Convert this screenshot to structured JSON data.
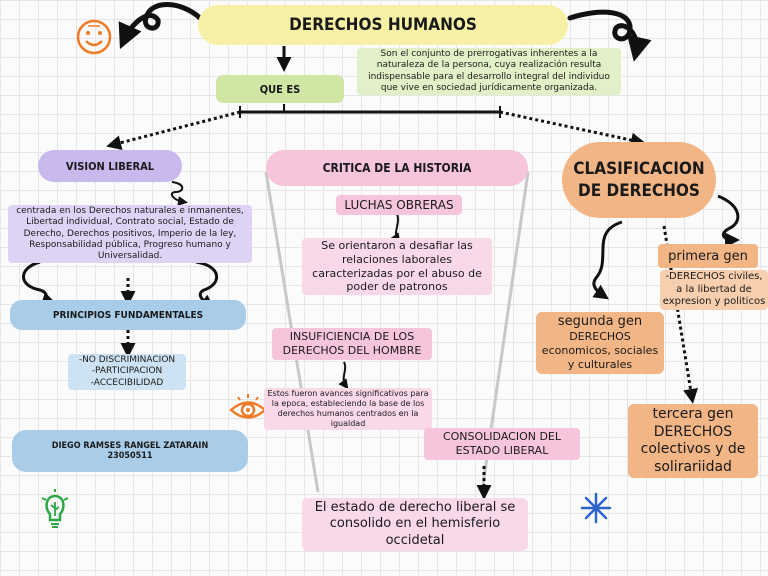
{
  "title": "DERECHOS HUMANOS",
  "que_es": {
    "label": "QUE ES",
    "definition": "Son el conjunto de prerrogativas inherentes a la naturaleza de la persona, cuya realización resulta indispensable para el desarrollo integral del individuo que vive en sociedad jurídicamente organizada."
  },
  "vision_liberal": {
    "label": "VISION LIBERAL",
    "description": "centrada en los Derechos naturales e inmanentes, Libertad individual, Contrato social, Estado de Derecho, Derechos positivos, Imperio de la ley, Responsabilidad pública, Progreso humano y Universalidad.",
    "principios_label": "PRINCIPIOS FUNDAMENTALES",
    "principios": [
      "-NO DISCRIMINACION",
      "-PARTICIPACION",
      "-ACCECIBILIDAD"
    ]
  },
  "author": {
    "name": "DIEGO RAMSES RANGEL ZATARAIN",
    "id": "23050511"
  },
  "critica": {
    "label": "CRITICA DE LA HISTORIA",
    "luchas_label": "LUCHAS OBRERAS",
    "luchas_text": "Se orientaron a desafiar las relaciones laborales caracterizadas por el abuso de poder de patronos",
    "insuficiencia_label": "INSUFICIENCIA DE LOS DERECHOS DEL HOMBRE",
    "insuficiencia_text": "Estos fueron avances significativos para la epoca, estableciendo la base de los derechos humanos centrados en la igualdad",
    "consolidacion_label": "CONSOLIDACION DEL ESTADO LIBERAL",
    "consolidacion_text": "El estado de derecho liberal se consolido en el hemisferio occidetal"
  },
  "clasificacion": {
    "label": "CLASIFICACION DE DERECHOS",
    "primera_label": "primera gen",
    "primera_text": "-DERECHOS civiles, a la libertad de expresion y politicos",
    "segunda_label": "segunda gen",
    "segunda_text": "DERECHOS economicos, sociales y culturales",
    "tercera_label": "tercera gen",
    "tercera_text": "DERECHOS colectivos y de solirariidad"
  },
  "colors": {
    "title_bg": "#f7f1a6",
    "que_es_bg": "#cfe6a4",
    "lilac": "#c9b8ee",
    "blue": "#a9cde8",
    "pink": "#f6c5dc",
    "orange": "#f2b585",
    "accent_orange": "#f07a26",
    "star_blue": "#2c64cc"
  },
  "icons": [
    "smiley-icon",
    "eye-icon",
    "lightbulb-icon",
    "star-icon"
  ]
}
